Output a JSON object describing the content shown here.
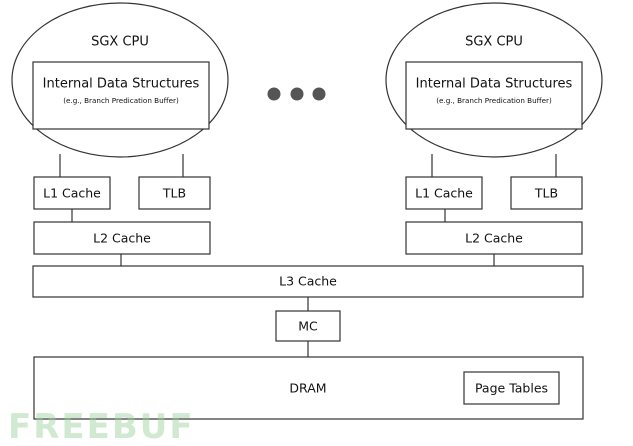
{
  "diagram": {
    "cpu_left": {
      "title": "SGX CPU",
      "internal_title": "Internal Data Structures",
      "internal_subtitle": "(e.g., Branch Predication Buffer)",
      "l1": "L1 Cache",
      "tlb": "TLB",
      "l2": "L2 Cache"
    },
    "cpu_right": {
      "title": "SGX CPU",
      "internal_title": "Internal Data Structures",
      "internal_subtitle": "(e.g., Branch Predication Buffer)",
      "l1": "L1 Cache",
      "tlb": "TLB",
      "l2": "L2 Cache"
    },
    "l3": "L3 Cache",
    "mc": "MC",
    "dram": "DRAM",
    "page_tables": "Page Tables",
    "watermark": "FREEBUF"
  }
}
